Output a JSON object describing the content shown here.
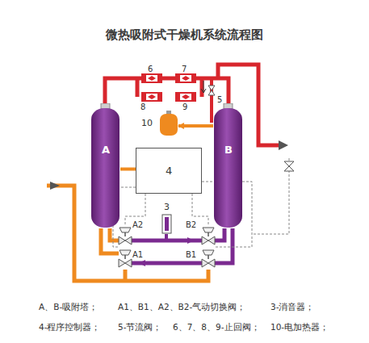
{
  "diagram": {
    "title": "微热吸附式干燥机系统流程图",
    "nodes": [
      {
        "text": [
          "A"
        ]
      },
      {
        "text": [
          "B"
        ]
      },
      {
        "text": [
          "4"
        ]
      },
      {
        "text": [
          "10"
        ]
      },
      {
        "text": [
          "3"
        ]
      }
    ],
    "edges": [
      {
        "from": 1,
        "to": 3,
        "arrow": "to"
      },
      {
        "from": 3,
        "to": 0,
        "arrow": "none"
      }
    ],
    "labels": [
      "6",
      "7",
      "8",
      "9",
      "5",
      "A2",
      "B2",
      "A1",
      "B1",
      "A、B-吸附塔；",
      "A1、B1、A2、B2-气动切换阀；",
      "3-消音器；",
      "4-程序控制器；",
      "5-节流阀；",
      "6、7、8、9-止回阀；",
      "10-电加热器；"
    ]
  }
}
